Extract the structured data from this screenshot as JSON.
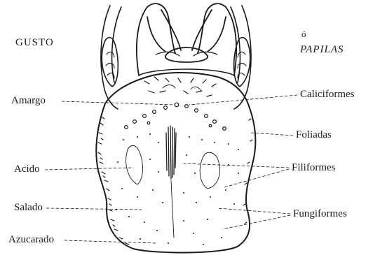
{
  "headers": {
    "left": "GUSTO",
    "right_mark": "ó",
    "right": "PAPILAS"
  },
  "left_labels": {
    "amargo": "Amargo",
    "acido": "Acido",
    "salado": "Salado",
    "azucarado": "Azucarado"
  },
  "right_labels": {
    "caliciformes": "Caliciformes",
    "foliadas": "Foliadas",
    "filiformes": "Filiformes",
    "fungiformes": "Fungiformes"
  }
}
